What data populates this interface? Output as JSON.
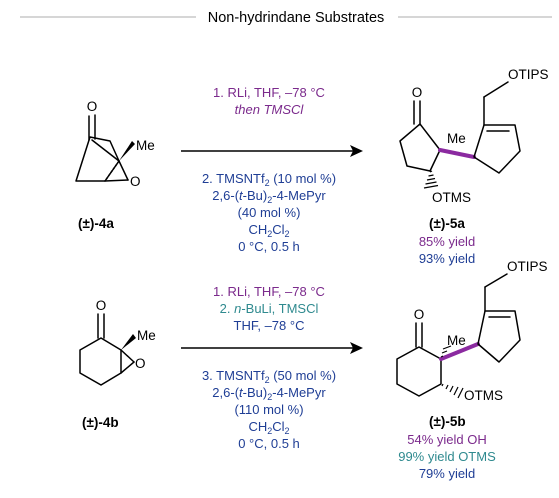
{
  "header": {
    "title": "Non-hydrindane Substrates"
  },
  "colors": {
    "purple": "#7b2a8c",
    "blue": "#1f3e95",
    "teal": "#2f8a8f",
    "bond_highlight": "#8b2aa0",
    "rule": "#c8c8c8"
  },
  "atoms": {
    "oxygen": "O",
    "methyl": "Me",
    "otips": "OTIPS",
    "otms": "OTMS"
  },
  "reaction_a": {
    "substrate_label": "(±)-4a",
    "product_label": "(±)-5a",
    "step1_line1": "1. RLi, THF, –78 °C",
    "step1_line2": "then TMSCl",
    "step2_line1": "2. TMSNTf",
    "step2_sub": "2",
    "step2_rest": " (10 mol %)",
    "reagent_a": "2,6-(",
    "reagent_b": "t",
    "reagent_c": "-Bu)",
    "reagent_sub": "2",
    "reagent_d": "-4-MePyr",
    "loading": "(40 mol %)",
    "solvent": "CH",
    "solvent_sub1": "2",
    "solvent_mid": "Cl",
    "solvent_sub2": "2",
    "temp": "0 °C, 0.5 h",
    "yield_1": "85% yield",
    "yield_2": "93% yield"
  },
  "reaction_b": {
    "substrate_label": "(±)-4b",
    "product_label": "(±)-5b",
    "step1": "1. RLi, THF, –78 °C",
    "step2_a": "2. ",
    "step2_b": "n",
    "step2_c": "-BuLi, TMSCl",
    "step2_line2": "THF, –78 °C",
    "step3_line1": "3. TMSNTf",
    "step3_sub": "2",
    "step3_rest": " (50 mol %)",
    "reagent_a": "2,6-(",
    "reagent_b": "t",
    "reagent_c": "-Bu)",
    "reagent_sub": "2",
    "reagent_d": "-4-MePyr",
    "loading": "(110 mol %)",
    "solvent": "CH",
    "solvent_sub1": "2",
    "solvent_mid": "Cl",
    "solvent_sub2": "2",
    "temp": "0 °C, 0.5 h",
    "yield_1": "54% yield OH",
    "yield_2": "99% yield OTMS",
    "yield_3": "79% yield"
  }
}
